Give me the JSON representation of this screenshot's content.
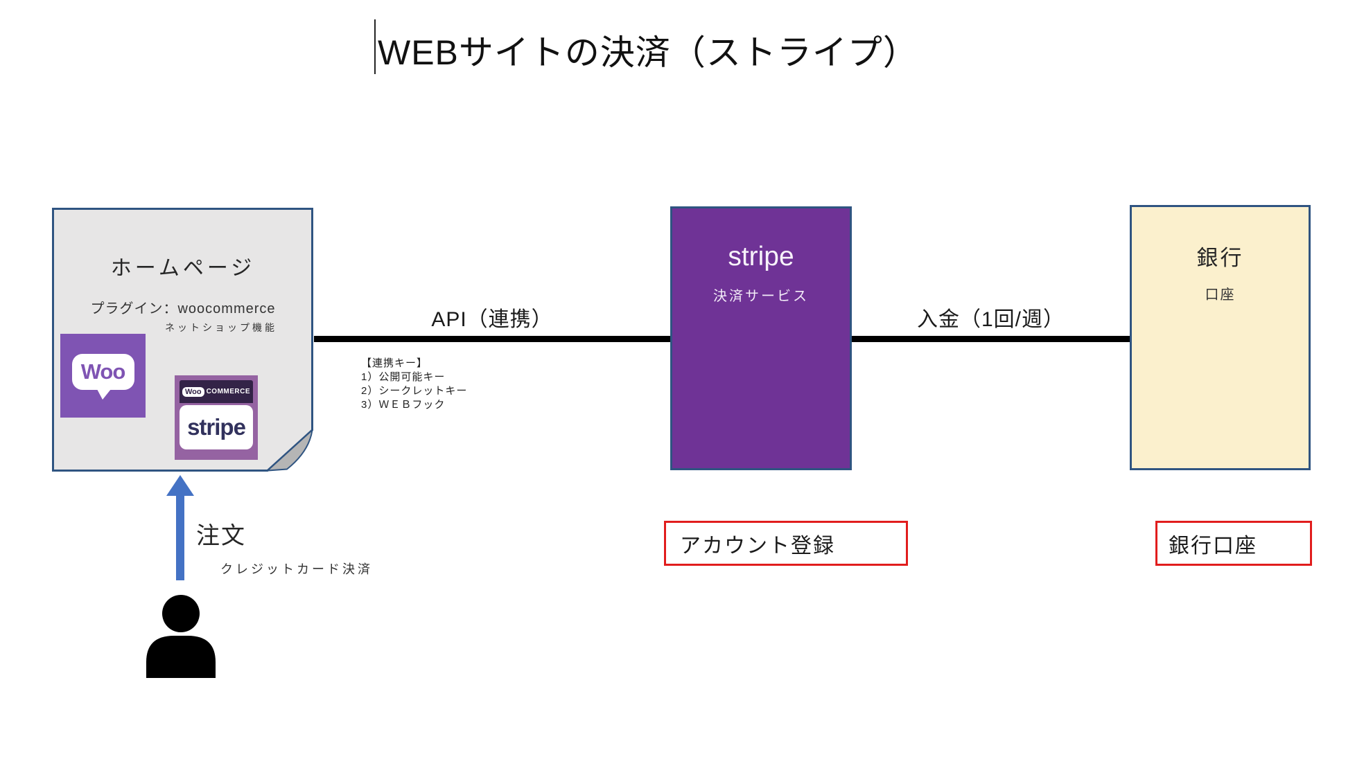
{
  "title": {
    "text": "WEBサイトの決済（ストライプ）"
  },
  "homepage": {
    "title": "ホームページ",
    "plugin": "プラグイン：woocommerce",
    "note": "ネットショップ機能",
    "woo_logo_text": "Woo",
    "badge": {
      "woo": "Woo",
      "commerce": "COMMERCE",
      "stripe": "stripe"
    }
  },
  "api": {
    "label": "API（連携）",
    "keys_title": "【連携キー】",
    "keys": [
      "1）公開可能キー",
      "2）シークレットキー",
      "3）ＷＥＢフック"
    ]
  },
  "stripe": {
    "name": "stripe",
    "desc": "決済サービス"
  },
  "deposit": {
    "label": "入金（1回/週）"
  },
  "bank": {
    "title": "銀行",
    "desc": "口座"
  },
  "labels": {
    "account_registration": "アカウント登録",
    "bank_account": "銀行口座"
  },
  "order": {
    "label": "注文",
    "note": "クレジットカード決済"
  },
  "colors": {
    "box_border": "#2f5481",
    "homepage_fill": "#e7e6e6",
    "stripe_fill": "#6f3396",
    "bank_fill": "#fbf0cd",
    "red_border": "#e11d1d",
    "arrow_blue": "#4472c4",
    "woo_purple": "#7f54b3",
    "badge_purple": "#9563a2",
    "badge_dark_band": "#332347",
    "stripe_logo_text": "#32325d",
    "connector_black": "#000000"
  }
}
